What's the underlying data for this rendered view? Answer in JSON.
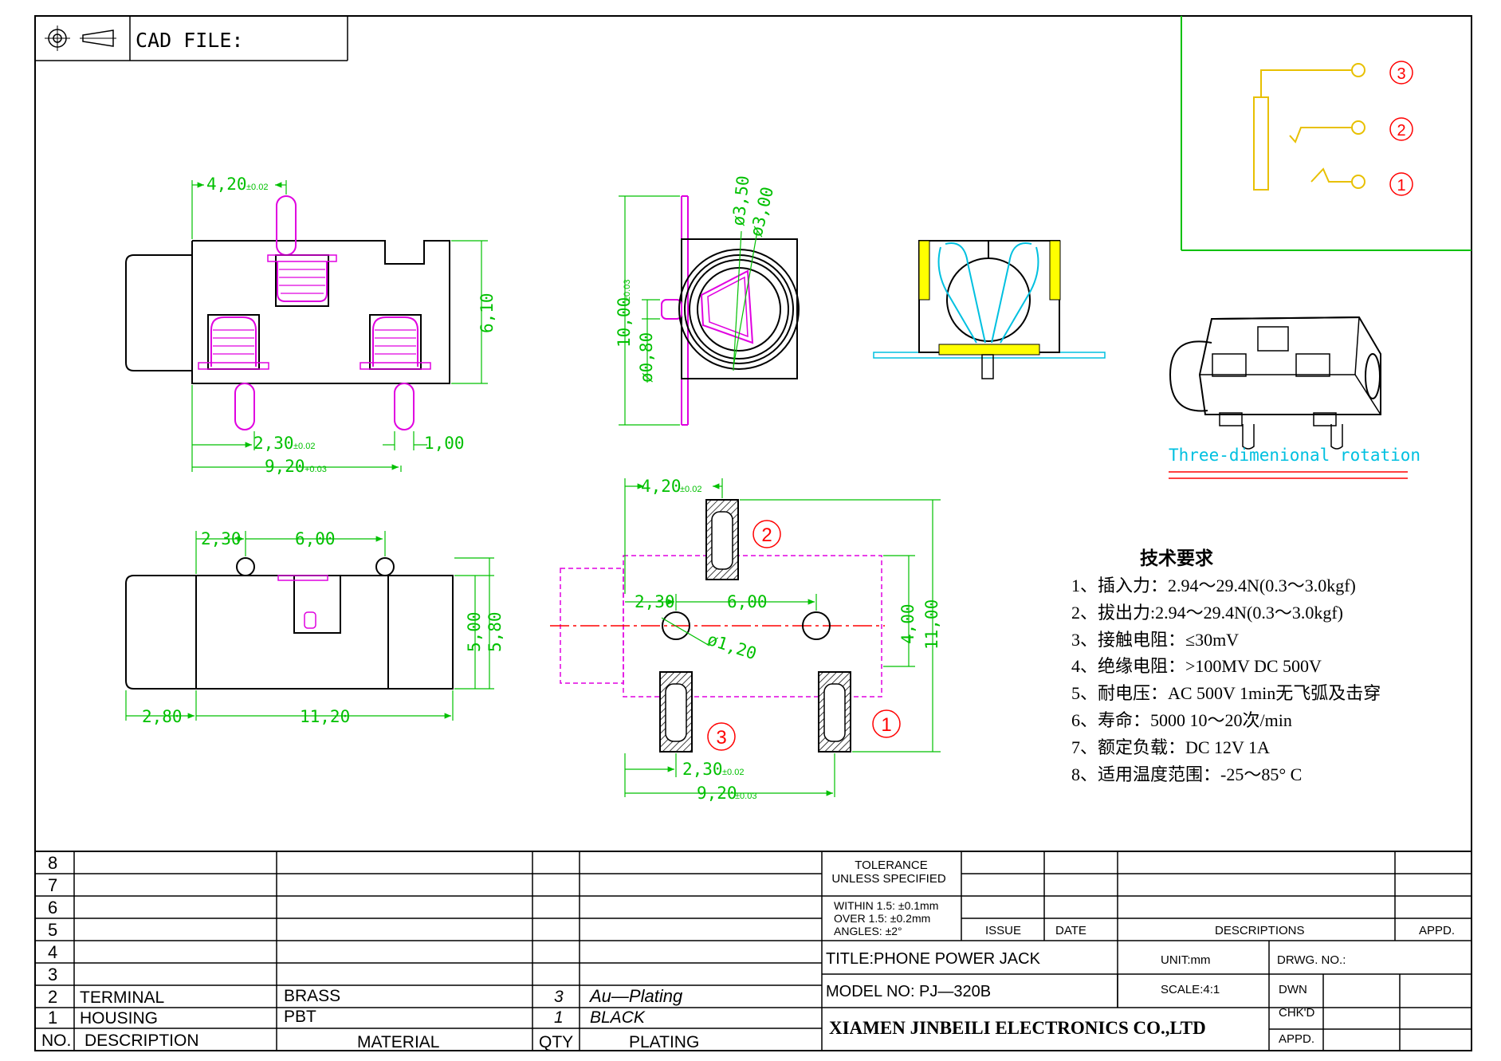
{
  "header": {
    "cad_file_label": "CAD FILE:"
  },
  "dimensions": {
    "side_top_width": "4,20",
    "side_top_width_tol": "±0.02",
    "side_height": "6,10",
    "side_pin_pitch": "2,30",
    "side_pin_pitch_tol": "±0.02",
    "side_pin_offset": "1,00",
    "side_total": "9,20",
    "side_total_tol": "+0.03",
    "front_d1": "ø3,50",
    "front_d2": "ø3,00",
    "front_height": "10,00",
    "front_height_tol": "±0.03",
    "front_pin": "ø0,80",
    "bottom_pitch1": "2,30",
    "bottom_pitch2": "6,00",
    "bottom_h1": "5,00",
    "bottom_h2": "5,80",
    "bottom_w1": "2,80",
    "bottom_w2": "11,20",
    "pcb_top": "4,20",
    "pcb_top_tol": "±0.02",
    "pcb_pitch1": "2,30",
    "pcb_pitch2": "6,00",
    "pcb_hole": "ø1,20",
    "pcb_h1": "4,00",
    "pcb_h2": "11,00",
    "pcb_bottom1": "2,30",
    "pcb_bottom1_tol": "±0.02",
    "pcb_bottom2": "9,20",
    "pcb_bottom2_tol": "±0.03"
  },
  "pin_labels": [
    "①",
    "②",
    "③"
  ],
  "rotation_label": "Three-dimenional rotation",
  "requirements": {
    "title": "技术要求",
    "items": [
      "1、插入力：2.94～29.4N(0.3～3.0kgf)",
      "2、拔出力:2.94～29.4N(0.3～3.0kgf)",
      "3、接触电阻：≤30mV",
      "4、绝缘电阻：>100MV  DC  500V",
      "5、耐电压：AC  500V  1min无飞弧及击穿",
      "6、寿命：5000 10～20次/min",
      "7、额定负载：DC  12V  1A",
      "8、适用温度范围：-25～85° C"
    ]
  },
  "bom": {
    "row_numbers": [
      "8",
      "7",
      "6",
      "5",
      "4",
      "3",
      "2",
      "1"
    ],
    "rows": [
      {
        "no": "2",
        "description": "TERMINAL",
        "material": "BRASS",
        "qty": "3",
        "plating": "Au—Plating"
      },
      {
        "no": "1",
        "description": "HOUSING",
        "material": "PBT",
        "qty": "1",
        "plating": "BLACK"
      }
    ],
    "headers": {
      "no": "NO.",
      "description": "DESCRIPTION",
      "material": "MATERIAL",
      "qty": "QTY",
      "plating": "PLATING"
    }
  },
  "title_block": {
    "tolerance_title": "TOLERANCE",
    "tolerance_sub": "UNLESS SPECIFIED",
    "within": "WITHIN 1.5: ±0.1mm",
    "over": "OVER 1.5:  ±0.2mm",
    "angles": "ANGLES: ±2°",
    "issue": "ISSUE",
    "date": "DATE",
    "descriptions": "DESCRIPTIONS",
    "appd_rev": "APPD.",
    "title": "TITLE:PHONE POWER JACK",
    "unit": "UNIT:mm",
    "drwg_no": "DRWG. NO.:",
    "model": "MODEL NO: PJ—320B",
    "scale": "SCALE:4:1",
    "dwn": "DWN",
    "chkd": "CHK'D",
    "appd": "APPD.",
    "company": "XIAMEN JINBEILI ELECTRONICS CO.,LTD"
  },
  "colors": {
    "outline": "#000000",
    "dimension": "#00c000",
    "terminal": "#e000e0",
    "label": "#ff0000",
    "schematic": "#e8c000",
    "insert": "#00c0e0",
    "highlight": "#ffff00"
  }
}
